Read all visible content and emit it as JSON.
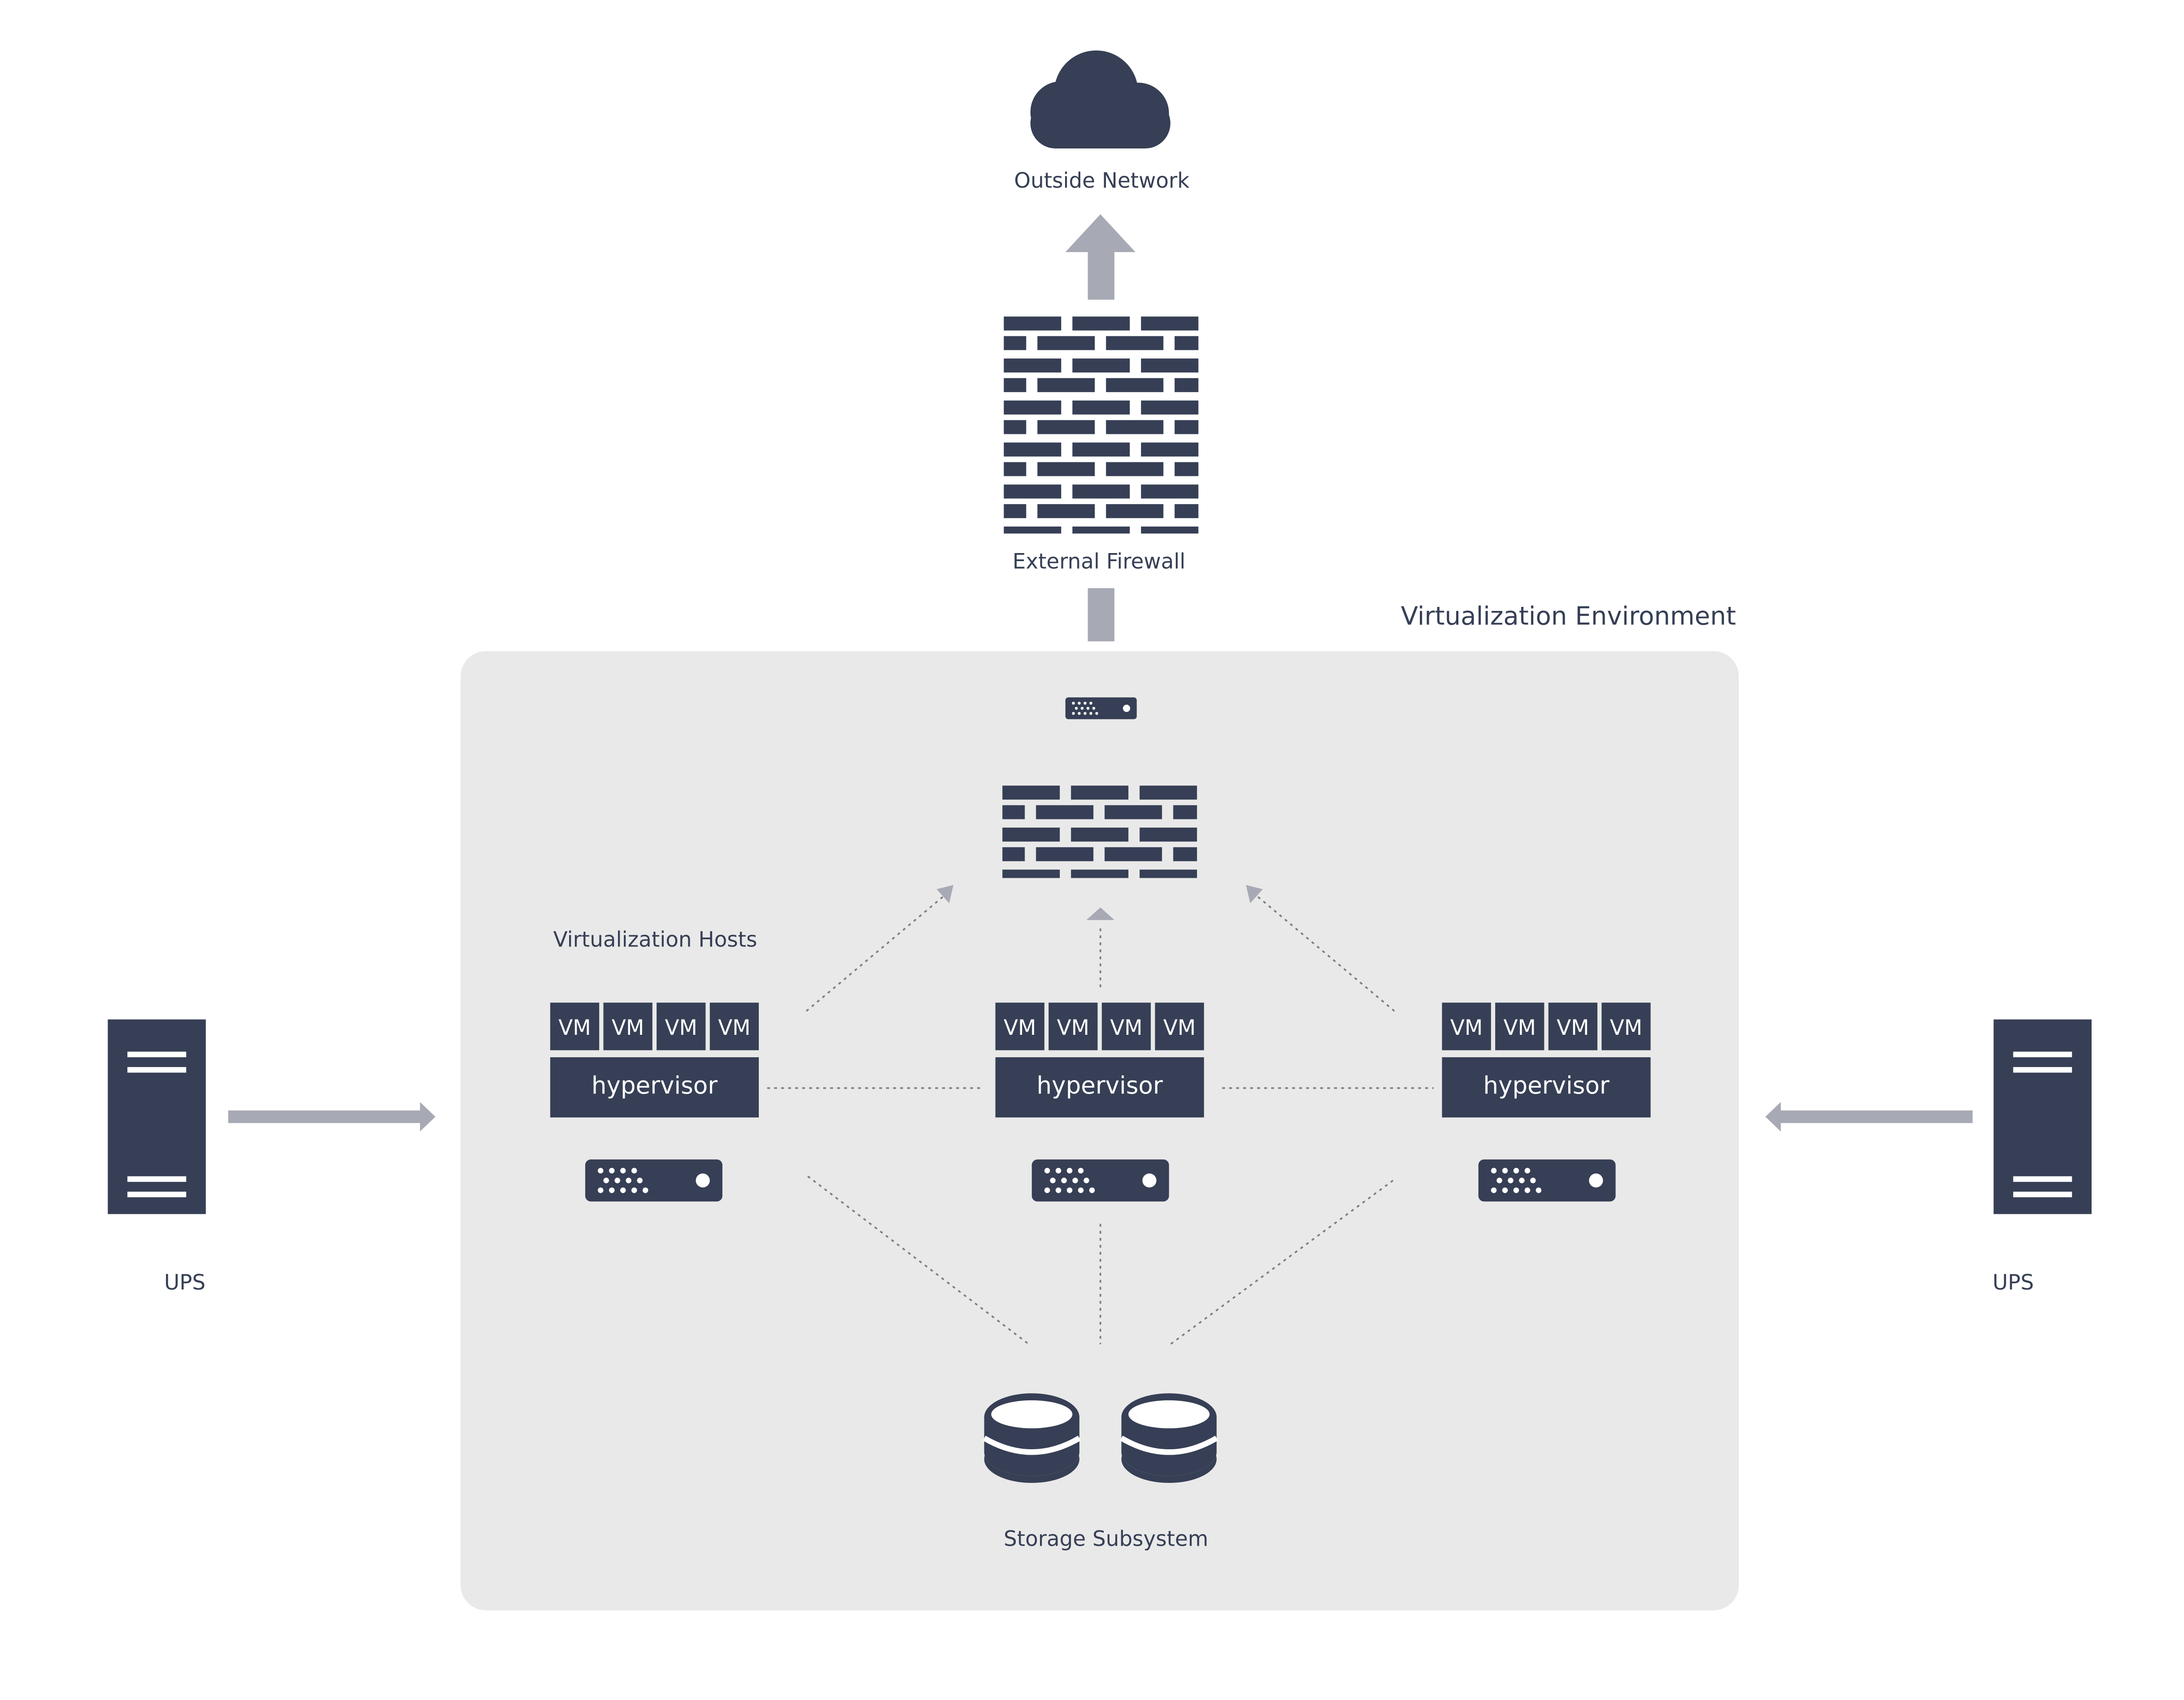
{
  "diagram": {
    "labels": {
      "outside_network": "Outside Network",
      "external_firewall": "External Firewall",
      "virtualization_environment": "Virtualization Environment",
      "virtualization_hosts": "Virtualization Hosts",
      "storage_subsystem": "Storage Subsystem",
      "ups_left": "UPS",
      "ups_right": "UPS"
    },
    "hosts": [
      {
        "vms": [
          "VM",
          "VM",
          "VM",
          "VM"
        ],
        "hypervisor": "hypervisor"
      },
      {
        "vms": [
          "VM",
          "VM",
          "VM",
          "VM"
        ],
        "hypervisor": "hypervisor"
      },
      {
        "vms": [
          "VM",
          "VM",
          "VM",
          "VM"
        ],
        "hypervisor": "hypervisor"
      }
    ],
    "colors": {
      "icon": "#363f55",
      "arrow": "#a7a9b4",
      "panel": "#e9e9e9",
      "dotted": "#7b7e88",
      "text": "#363f55"
    }
  }
}
